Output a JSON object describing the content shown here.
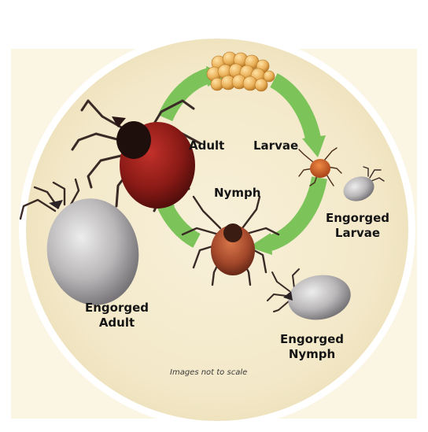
{
  "labels": {
    "adult": "Adult",
    "larvae": "Larvae",
    "nymph": "Nymph",
    "engorged_larvae": [
      "Engorged",
      "Larvae"
    ],
    "engorged_adult": [
      "Engorged",
      "Adult"
    ],
    "engorged_nymph": [
      "Engorged",
      "Nymph"
    ]
  },
  "note": "Images not to scale",
  "colors": {
    "background_disc": "#f6edd2",
    "background_outer": "#fbf5e4",
    "cycle_arrow": "#7cc35a",
    "eggs": "#e8a948",
    "adult_body": "#8a1a16",
    "nymph_body": "#a2472a",
    "larva_body": "#c25a23",
    "engorged_gray": "#b9b7b8",
    "legs": "#3a2a26"
  }
}
